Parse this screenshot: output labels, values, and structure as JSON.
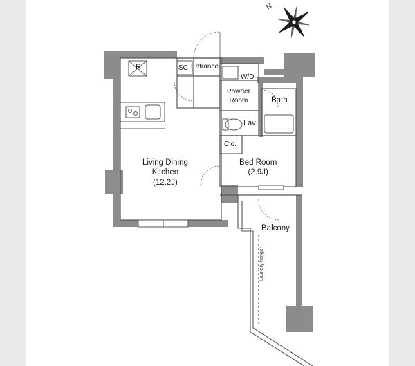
{
  "labels": {
    "refrigerator": "R",
    "shoe_cabinet": "SC",
    "entrance": "Entrance",
    "washer_dryer": "W/D",
    "powder_room": [
      "Powder",
      "Room"
    ],
    "bath": "Bath",
    "lavatory": "Lav.",
    "closet": "Clo.",
    "living": [
      "Living Dining",
      "Kitchen",
      "(12.2J)"
    ],
    "bedroom": [
      "Bed Room",
      "(2.9J)"
    ],
    "balcony": "Balcony",
    "laundry_hanger": "Laundry hanger"
  },
  "compass": {
    "north_label": "N"
  },
  "colors": {
    "wall": "#8c8c8c",
    "line": "#555555",
    "side_band": "#e9e9e9"
  }
}
